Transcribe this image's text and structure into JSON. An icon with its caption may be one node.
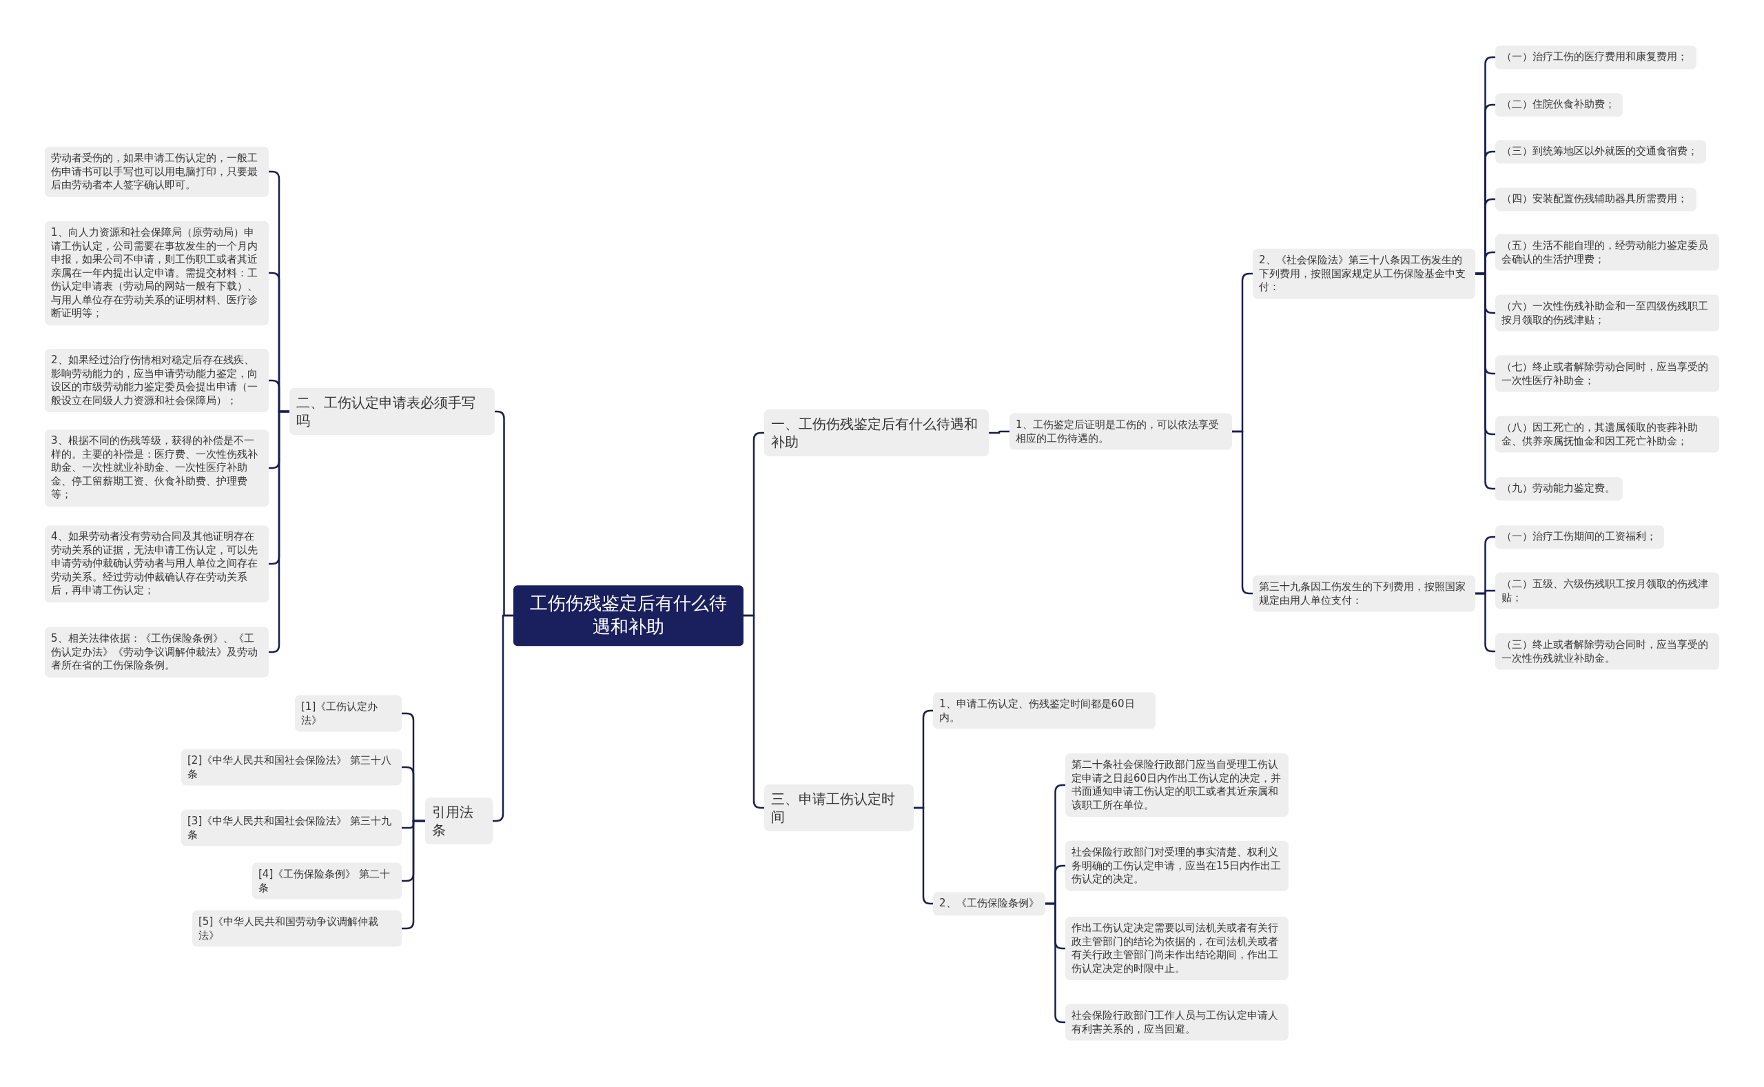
{
  "diagram": {
    "nodes": [
      {
        "text": [
          "工伤伤残鉴定后有什么待遇和补助"
        ]
      },
      {
        "text": [
          "一、工伤伤残鉴定后有什么待遇和补助"
        ]
      },
      {
        "text": [
          "1、工伤鉴定后证明是工伤的，可以依法享受相应的工伤待遇的。"
        ]
      },
      {
        "text": [
          "2、《社会保险法》第三十八条因工伤发生的下列费用，按照国家规定从工伤保险基金中支付："
        ]
      },
      {
        "text": [
          "（一）治疗工伤的医疗费用和康复费用；"
        ]
      },
      {
        "text": [
          "（二）住院伙食补助费；"
        ]
      },
      {
        "text": [
          "（三）到统筹地区以外就医的交通食宿费；"
        ]
      },
      {
        "text": [
          "（四）安装配置伤残辅助器具所需费用；"
        ]
      },
      {
        "text": [
          "（五）生活不能自理的，经劳动能力鉴定委员会确认的生活护理费；"
        ]
      },
      {
        "text": [
          "（六）一次性伤残补助金和一至四级伤残职工按月领取的伤残津贴；"
        ]
      },
      {
        "text": [
          "（七）终止或者解除劳动合同时，应当享受的一次性医疗补助金；"
        ]
      },
      {
        "text": [
          "（八）因工死亡的，其遗属领取的丧葬补助金、供养亲属抚恤金和因工死亡补助金；"
        ]
      },
      {
        "text": [
          "（九）劳动能力鉴定费。"
        ]
      },
      {
        "text": [
          "第三十九条因工伤发生的下列费用，按照国家规定由用人单位支付："
        ]
      },
      {
        "text": [
          "（一）治疗工伤期间的工资福利；"
        ]
      },
      {
        "text": [
          "（二）五级、六级伤残职工按月领取的伤残津贴；"
        ]
      },
      {
        "text": [
          "（三）终止或者解除劳动合同时，应当享受的一次性伤残就业补助金。"
        ]
      },
      {
        "text": [
          "三、申请工伤认定时间"
        ]
      },
      {
        "text": [
          "1、申请工伤认定、伤残鉴定时间都是60日内。"
        ]
      },
      {
        "text": [
          "2、《工伤保险条例》"
        ]
      },
      {
        "text": [
          "第二十条社会保险行政部门应当自受理工伤认定申请之日起60日内作出工伤认定的决定，并书面通知申请工伤认定的职工或者其近亲属和该职工所在单位。"
        ]
      },
      {
        "text": [
          "社会保险行政部门对受理的事实清楚、权利义务明确的工伤认定申请，应当在15日内作出工伤认定的决定。"
        ]
      },
      {
        "text": [
          "作出工伤认定决定需要以司法机关或者有关行政主管部门的结论为依据的，在司法机关或者有关行政主管部门尚未作出结论期间，作出工伤认定决定的时限中止。"
        ]
      },
      {
        "text": [
          "社会保险行政部门工作人员与工伤认定申请人有利害关系的，应当回避。"
        ]
      },
      {
        "text": [
          "二、工伤认定申请表必须手写吗"
        ]
      },
      {
        "text": [
          "劳动者受伤的，如果申请工伤认定的，一般工伤申请书可以手写也可以用电脑打印，只要最后由劳动者本人签字确认即可。"
        ]
      },
      {
        "text": [
          "1、向人力资源和社会保障局（原劳动局）申请工伤认定，公司需要在事故发生的一个月内申报，如果公司不申请，则工伤职工或者其近亲属在一年内提出认定申请。需提交材料：工伤认定申请表（劳动局的网站一般有下载）、与用人单位存在劳动关系的证明材料、医疗诊断证明等；"
        ]
      },
      {
        "text": [
          "2、如果经过治疗伤情相对稳定后存在残疾、影响劳动能力的，应当申请劳动能力鉴定，向设区的市级劳动能力鉴定委员会提出申请（一般设立在同级人力资源和社会保障局）；"
        ]
      },
      {
        "text": [
          "3、根据不同的伤残等级，获得的补偿是不一样的。主要的补偿是：医疗费、一次性伤残补助金、一次性就业补助金、一次性医疗补助金、停工留薪期工资、伙食补助费、护理费等；"
        ]
      },
      {
        "text": [
          "4、如果劳动者没有劳动合同及其他证明存在劳动关系的证据，无法申请工伤认定，可以先申请劳动仲裁确认劳动者与用人单位之间存在劳动关系。经过劳动仲裁确认存在劳动关系后，再申请工伤认定；"
        ]
      },
      {
        "text": [
          "5、相关法律依据：《工伤保险条例》、《工伤认定办法》《劳动争议调解仲裁法》及劳动者所在省的工伤保险条例。"
        ]
      },
      {
        "text": [
          "引用法条"
        ]
      },
      {
        "text": [
          "[1]《工伤认定办法》"
        ]
      },
      {
        "text": [
          "[2]《中华人民共和国社会保险法》 第三十八条"
        ]
      },
      {
        "text": [
          "[3]《中华人民共和国社会保险法》 第三十九条"
        ]
      },
      {
        "text": [
          "[4]《工伤保险条例》 第二十条"
        ]
      },
      {
        "text": [
          "[5]《中华人民共和国劳动争议调解仲裁法》"
        ]
      }
    ],
    "edges": [
      {
        "from": 0,
        "to": 1,
        "arrow": "none"
      },
      {
        "from": 1,
        "to": 2,
        "arrow": "none"
      },
      {
        "from": 2,
        "to": 3,
        "arrow": "none"
      },
      {
        "from": 3,
        "to": 4,
        "arrow": "none"
      },
      {
        "from": 3,
        "to": 5,
        "arrow": "none"
      },
      {
        "from": 3,
        "to": 6,
        "arrow": "none"
      },
      {
        "from": 3,
        "to": 7,
        "arrow": "none"
      },
      {
        "from": 3,
        "to": 8,
        "arrow": "none"
      },
      {
        "from": 3,
        "to": 9,
        "arrow": "none"
      },
      {
        "from": 3,
        "to": 10,
        "arrow": "none"
      },
      {
        "from": 3,
        "to": 11,
        "arrow": "none"
      },
      {
        "from": 3,
        "to": 12,
        "arrow": "none"
      },
      {
        "from": 2,
        "to": 13,
        "arrow": "none"
      },
      {
        "from": 13,
        "to": 14,
        "arrow": "none"
      },
      {
        "from": 13,
        "to": 15,
        "arrow": "none"
      },
      {
        "from": 13,
        "to": 16,
        "arrow": "none"
      },
      {
        "from": 0,
        "to": 17,
        "arrow": "none"
      },
      {
        "from": 17,
        "to": 18,
        "arrow": "none"
      },
      {
        "from": 17,
        "to": 19,
        "arrow": "none"
      },
      {
        "from": 19,
        "to": 20,
        "arrow": "none"
      },
      {
        "from": 19,
        "to": 21,
        "arrow": "none"
      },
      {
        "from": 19,
        "to": 22,
        "arrow": "none"
      },
      {
        "from": 19,
        "to": 23,
        "arrow": "none"
      },
      {
        "from": 0,
        "to": 24,
        "arrow": "none"
      },
      {
        "from": 24,
        "to": 25,
        "arrow": "none"
      },
      {
        "from": 24,
        "to": 26,
        "arrow": "none"
      },
      {
        "from": 24,
        "to": 27,
        "arrow": "none"
      },
      {
        "from": 24,
        "to": 28,
        "arrow": "none"
      },
      {
        "from": 24,
        "to": 29,
        "arrow": "none"
      },
      {
        "from": 24,
        "to": 30,
        "arrow": "none"
      },
      {
        "from": 0,
        "to": 31,
        "arrow": "none"
      },
      {
        "from": 31,
        "to": 32,
        "arrow": "none"
      },
      {
        "from": 31,
        "to": 33,
        "arrow": "none"
      },
      {
        "from": 31,
        "to": 34,
        "arrow": "none"
      },
      {
        "from": 31,
        "to": 35,
        "arrow": "none"
      },
      {
        "from": 31,
        "to": 36,
        "arrow": "none"
      }
    ]
  }
}
